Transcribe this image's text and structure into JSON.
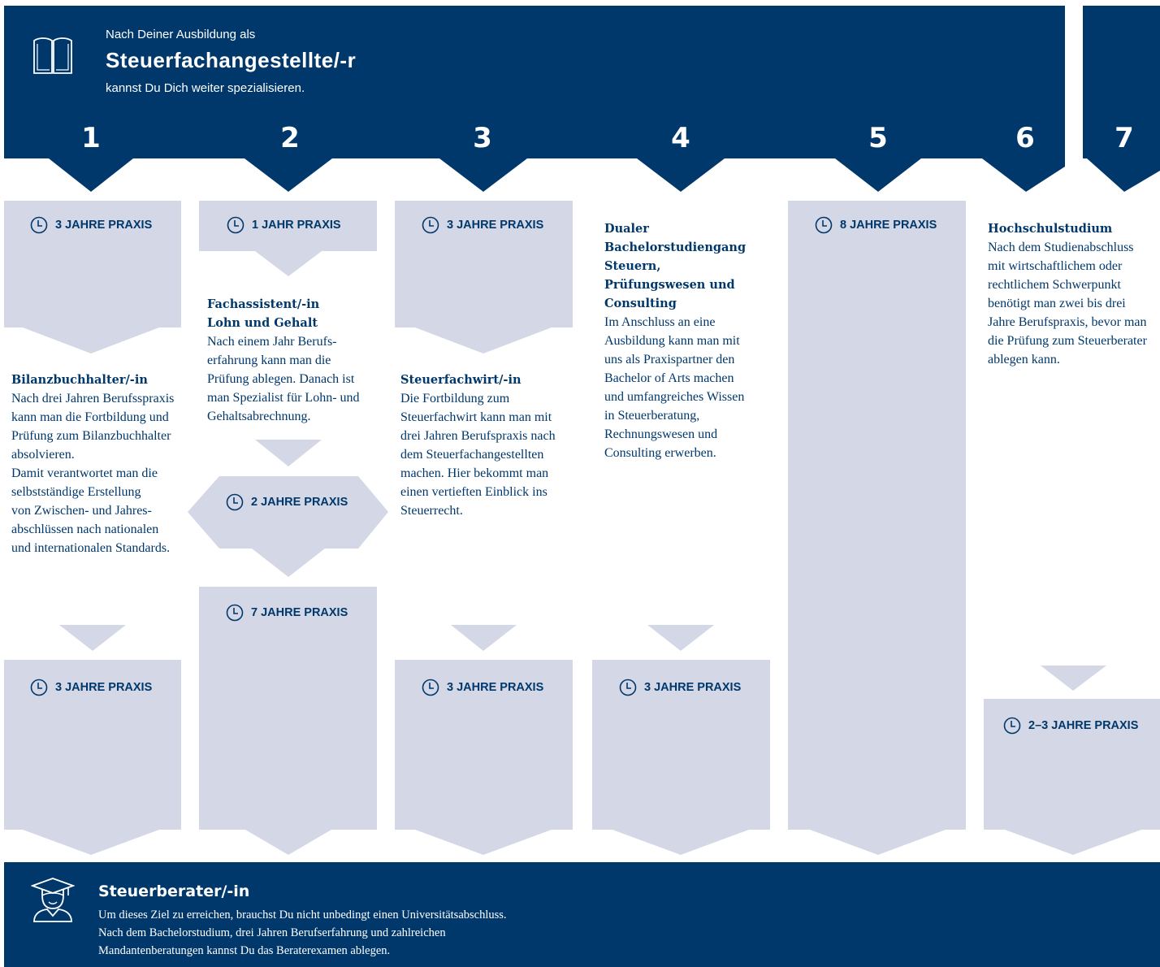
{
  "colors": {
    "navy": "#00386b",
    "lavender": "#d3d7e6",
    "white": "#ffffff"
  },
  "header": {
    "icon": "book-icon",
    "line1": "Nach Deiner Ausbildung als",
    "title": "Steuerfachangestellte/-r",
    "line2": "kannst Du Dich weiter spezialisieren."
  },
  "steps": [
    "1",
    "2",
    "3",
    "4",
    "5",
    "6",
    "7"
  ],
  "clock_icon": "clock-icon",
  "badges": {
    "c1_top": "3 JAHRE PRAXIS",
    "c1_bottom": "3 JAHRE PRAXIS",
    "c2_top": "1 JAHR PRAXIS",
    "c2_mid": "2 JAHRE PRAXIS",
    "c2_bottom": "7 JAHRE PRAXIS",
    "c3_top": "3 JAHRE PRAXIS",
    "c3_bottom": "3 JAHRE PRAXIS",
    "c4_bottom": "3 JAHRE PRAXIS",
    "c5_top": "8 JAHRE PRAXIS",
    "c6_bottom": "2–3 JAHRE PRAXIS"
  },
  "paths": {
    "c1": {
      "title": "Bilanzbuchhalter/-in",
      "text": [
        "Nach drei Jahren Berufsspraxis",
        "kann man die Fortbildung und",
        "Prüfung zum Bilanzbuchhalter",
        "absolvieren.",
        "Damit verantwortet man die",
        "selbstständige Erstellung",
        "von Zwischen- und Jahres-",
        "abschlüssen nach nationalen",
        "und internationalen Standards."
      ]
    },
    "c2": {
      "title": [
        "Fachassistent/-in",
        "Lohn und Gehalt"
      ],
      "text": [
        "Nach einem Jahr Berufs-",
        "erfahrung kann man die",
        "Prüfung ablegen. Danach ist",
        "man Spezialist für Lohn- und",
        "Gehaltsabrechnung."
      ]
    },
    "c3": {
      "title": "Steuerfachwirt/-in",
      "text": [
        "Die Fortbildung zum",
        "Steuerfachwirt kann man mit",
        "drei Jahren Berufspraxis nach",
        "dem Steuerfachangestellten",
        "machen. Hier bekommt man",
        "einen vertieften Einblick ins",
        "Steuerrecht."
      ]
    },
    "c4": {
      "title": [
        "Dualer",
        "Bachelorstudiengang",
        "Steuern,",
        "Prüfungswesen und",
        "Consulting"
      ],
      "text": [
        "Im Anschluss an eine",
        "Ausbildung kann man mit",
        "uns als Praxispartner den",
        "Bachelor of Arts machen",
        "und umfangreiches Wissen",
        "in Steuerberatung,",
        "Rechnungswesen und",
        "Consulting erwerben."
      ]
    },
    "c6": {
      "title": "Hochschulstudium",
      "text": [
        "Nach dem Studienabschluss",
        "mit wirtschaftlichem oder",
        "rechtlichem Schwerpunkt",
        "benötigt man zwei bis drei",
        "Jahre Berufspraxis, bevor man",
        "die Prüfung zum Steuerberater",
        "ablegen kann."
      ]
    }
  },
  "footer": {
    "icon": "graduate-icon",
    "title": "Steuerberater/-in",
    "text": [
      "Um dieses Ziel zu erreichen, brauchst Du nicht unbedingt einen Universitätsabschluss.",
      "Nach dem Bachelorstudium, drei Jahren Berufserfahrung und zahlreichen",
      "Mandantenberatungen kannst Du das Beraterexamen ablegen."
    ]
  }
}
